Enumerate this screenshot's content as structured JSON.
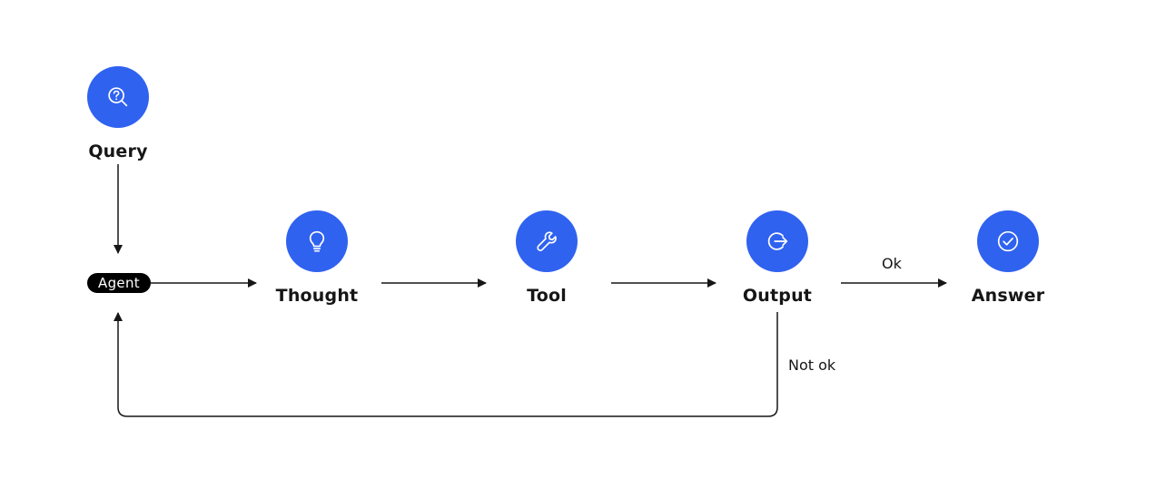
{
  "nodes": {
    "query": {
      "label": "Query",
      "icon": "search-question-icon"
    },
    "thought": {
      "label": "Thought",
      "icon": "lightbulb-icon"
    },
    "tool": {
      "label": "Tool",
      "icon": "wrench-icon"
    },
    "output": {
      "label": "Output",
      "icon": "exit-arrow-icon"
    },
    "answer": {
      "label": "Answer",
      "icon": "checkmark-circle-icon"
    }
  },
  "agent": {
    "label": "Agent"
  },
  "edges": {
    "ok_label": "Ok",
    "not_ok_label": "Not ok"
  },
  "colors": {
    "node_fill": "#3062f0",
    "arrow": "#161616",
    "agent_fill": "#000000"
  }
}
